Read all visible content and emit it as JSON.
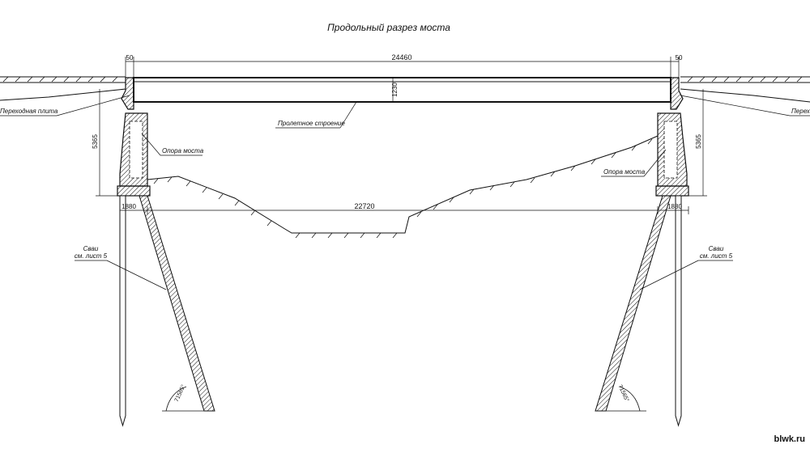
{
  "title": "Продольный разрез моста",
  "watermark": "blwk.ru",
  "dimensions": {
    "span_total": "24460",
    "gap_left": "50",
    "gap_right": "50",
    "deck_depth": "1230",
    "pier_height_left": "5365",
    "pier_height_right": "5365",
    "footing_left": "1880",
    "footing_right": "1880",
    "clear_span": "22720"
  },
  "labels": {
    "transition_slab_left": "Переходная плита",
    "transition_slab_right": "Перех",
    "superstructure": "Пролетное строение",
    "pier_left": "Опора моста",
    "pier_right": "Опора моста",
    "piles_left_1": "Сваи",
    "piles_left_2": "см. лист 5",
    "piles_right_1": "Сваи",
    "piles_right_2": "см. лист 5",
    "angle_left": "71565°",
    "angle_right": "71565°"
  },
  "colors": {
    "line": "#111111",
    "background": "#ffffff"
  }
}
